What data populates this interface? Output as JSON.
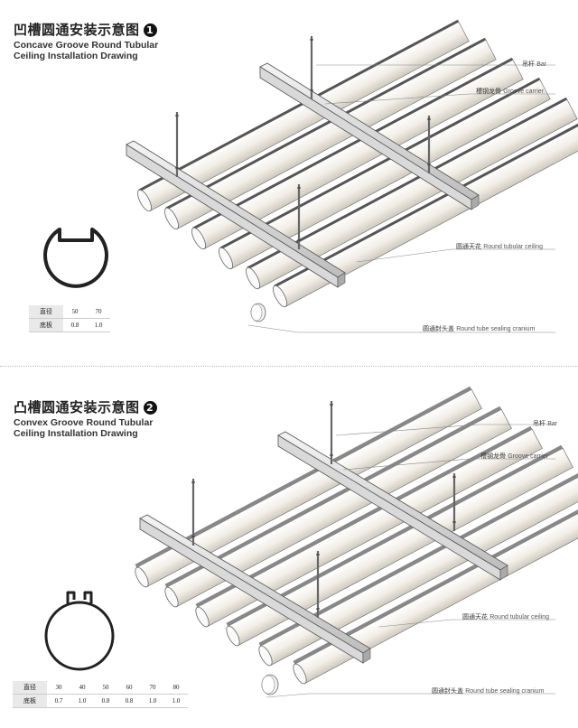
{
  "section1": {
    "title_cn": "凹槽圆通安装示意图",
    "badge": "1",
    "title_en_line1": "Concave Groove Round Tubular",
    "title_en_line2": "Ceiling Installation Drawing",
    "labels": {
      "bar_cn": "吊杆",
      "bar_en": "Bar",
      "carrier_cn": "槽钢龙骨",
      "carrier_en": "Groove carrier",
      "ceiling_cn": "圆通天花",
      "ceiling_en": "Round tubular ceiling",
      "cap_cn": "圆通封头盖",
      "cap_en": "Round tube sealing cranium"
    },
    "spec": {
      "row1_label": "直径",
      "row1_values": [
        "50",
        "70"
      ],
      "row2_label": "底板",
      "row2_values": [
        "0.8",
        "1.0"
      ]
    }
  },
  "section2": {
    "title_cn": "凸槽圆通安装示意图",
    "badge": "2",
    "title_en_line1": "Convex Groove Round Tubular",
    "title_en_line2": "Ceiling Installation Drawing",
    "labels": {
      "bar_cn": "吊杆",
      "bar_en": "Bar",
      "carrier_cn": "槽钢龙骨",
      "carrier_en": "Groove carrier",
      "ceiling_cn": "圆通天花",
      "ceiling_en": "Round tubular ceiling",
      "cap_cn": "圆通封头盖",
      "cap_en": "Round tube sealing cranium"
    },
    "spec": {
      "row1_label": "直径",
      "row1_values": [
        "30",
        "40",
        "50",
        "60",
        "70",
        "80"
      ],
      "row2_label": "底板",
      "row2_values": [
        "0.7",
        "1.0",
        "0.8",
        "0.8",
        "1.0",
        "1.0"
      ]
    }
  }
}
